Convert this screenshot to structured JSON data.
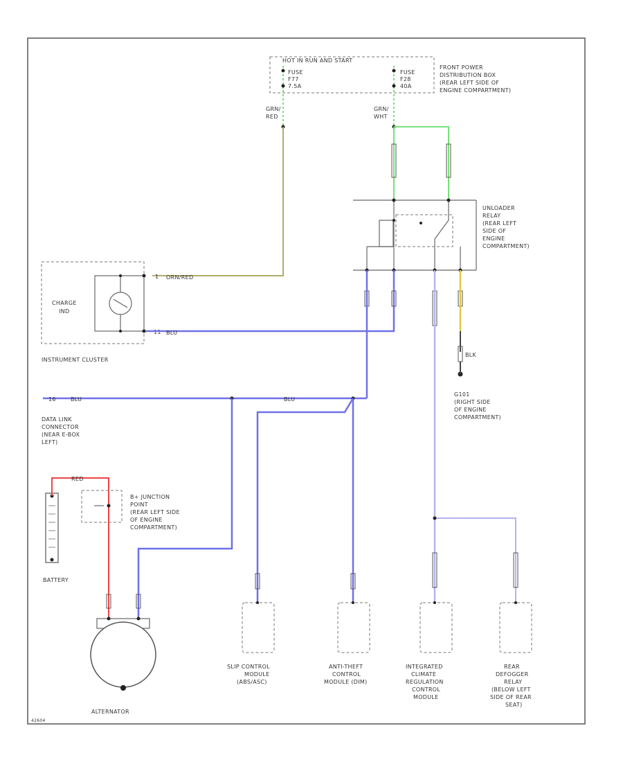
{
  "labels": {
    "fuse_box_header": "HOT IN RUN AND START",
    "fuse_left": [
      "FUSE",
      "F77",
      "7.5A"
    ],
    "fuse_right": [
      "FUSE",
      "F28",
      "40A"
    ],
    "front_power_dist": [
      "FRONT POWER",
      "DISTRIBUTION BOX",
      "(REAR LEFT SIDE OF",
      "ENGINE COMPARTMENT)"
    ],
    "wire_grn_red": [
      "GRN/",
      "RED"
    ],
    "wire_grn_wht": [
      "GRN/",
      "WHT"
    ],
    "unloader_relay": [
      "UNLOADER",
      "RELAY",
      "(REAR LEFT",
      "SIDE OF",
      "ENGINE",
      "COMPARTMENT)"
    ],
    "charge_ind": [
      "CHARGE",
      "IND"
    ],
    "instrument_cluster": "INSTRUMENT CLUSTER",
    "wire_orn_red": "ORN/RED",
    "wire_blu_ic": "BLU",
    "pin_ic_top": "1",
    "pin_ic_bottom": "11",
    "g101": [
      "G101",
      "(RIGHT SIDE",
      "OF ENGINE",
      "COMPARTMENT)"
    ],
    "wire_blk": "BLK",
    "dlc": [
      "DATA LINK",
      "CONNECTOR",
      "(NEAR E-BOX",
      "LEFT)"
    ],
    "dlc_pin": "16",
    "wire_blu_dlc": "BLU",
    "wire_blu_mid": "BLU",
    "battery": "BATTERY",
    "wire_red": "RED",
    "b_junction": [
      "B+ JUNCTION",
      "POINT",
      "(REAR LEFT SIDE",
      "OF ENGINE",
      "COMPARTMENT)"
    ],
    "alternator": "ALTERNATOR",
    "slip_control": [
      "SLIP CONTROL",
      "MODULE",
      "(ABS/ASC)"
    ],
    "anti_theft": [
      "ANTI-THEFT",
      "CONTROL",
      "MODULE (DIM)"
    ],
    "climate": [
      "INTEGRATED",
      "CLIMATE",
      "REGULATION",
      "CONTROL",
      "MODULE"
    ],
    "rear_defogger": [
      "REAR",
      "DEFOGGER",
      "RELAY",
      "(BELOW LEFT",
      "SIDE OF REAR",
      "SEAT)"
    ],
    "fig_id": "42604"
  },
  "colors": {
    "green": "#77e07a",
    "olive": "#b0ad6a",
    "blue": "#6f70e8",
    "light_blue": "#b3b3f0",
    "red": "#ee4444",
    "yellow": "#e0c84a",
    "frame": "#555555"
  }
}
